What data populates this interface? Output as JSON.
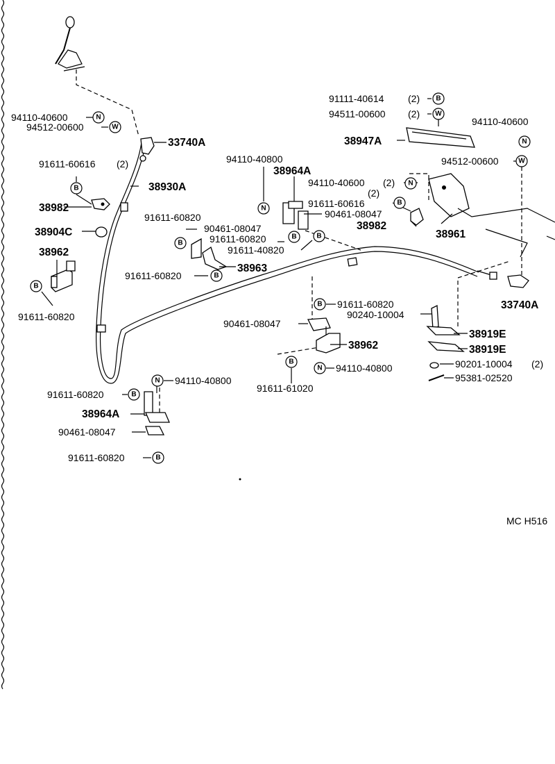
{
  "labels": {
    "p_94110_40600_l": "94110-40600",
    "p_94512_00600_l": "94512-00600",
    "p_33740A_top": "33740A",
    "p_91611_60616_l": "91611-60616",
    "p_91611_60616_l_qty": "(2)",
    "p_38930A": "38930A",
    "p_38982_l": "38982",
    "p_38904C": "38904C",
    "p_38962_l": "38962",
    "p_91611_60820_l1": "91611-60820",
    "p_94110_40800_top": "94110-40800",
    "p_38964A_top": "38964A",
    "p_91611_60820_mid": "91611-60820",
    "p_90461_08047_mid": "90461-08047",
    "p_91611_60820_mid2": "91611-60820",
    "p_91611_40820": "91611-40820",
    "p_38963": "38963",
    "p_91611_60820_mid3": "91611-60820",
    "p_91111_40614": "91111-40614",
    "p_91111_40614_qty": "(2)",
    "p_94511_00600": "94511-00600",
    "p_94511_00600_qty": "(2)",
    "p_94110_40600_r": "94110-40600",
    "p_38947A": "38947A",
    "p_94512_00600_r": "94512-00600",
    "p_94110_40600_c": "94110-40600",
    "p_94110_40600_c_qty": "(2)",
    "p_qty_2_c": "(2)",
    "p_91611_60616_c": "91611-60616",
    "p_90461_08047_c": "90461-08047",
    "p_38982_c": "38982",
    "p_38961": "38961",
    "p_33740A_r": "33740A",
    "p_91611_60820_c2": "91611-60820",
    "p_90240_10004": "90240-10004",
    "p_90461_08047_c2": "90461-08047",
    "p_38919E_1": "38919E",
    "p_38919E_2": "38919E",
    "p_38962_c": "38962",
    "p_94110_40800_c": "94110-40800",
    "p_90201_10004": "90201-10004",
    "p_90201_10004_qty": "(2)",
    "p_95381_02520": "95381-02520",
    "p_91611_61020": "91611-61020",
    "p_94110_40800_b": "94110-40800",
    "p_91611_60820_b1": "91611-60820",
    "p_38964A_b": "38964A",
    "p_90461_08047_b": "90461-08047",
    "p_91611_60820_b2": "91611-60820",
    "ref_code": "MC H516"
  },
  "callout_letters": {
    "N": "N",
    "W": "W",
    "B": "B"
  }
}
